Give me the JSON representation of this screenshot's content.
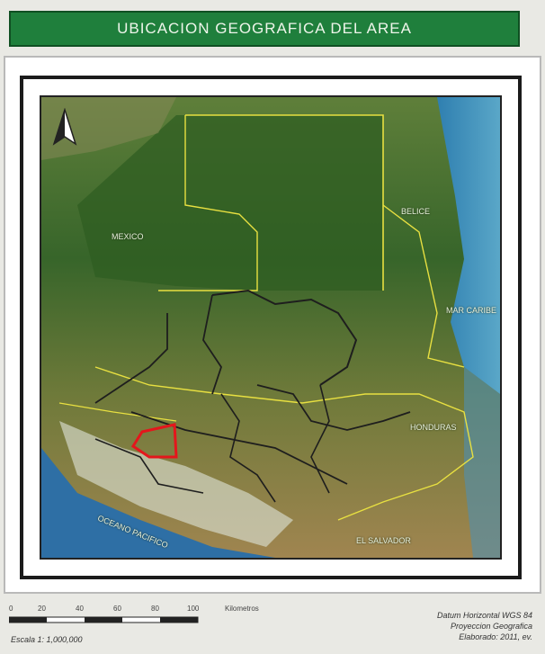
{
  "title": "UBICACION GEOGRAFICA DEL AREA",
  "map": {
    "labels": {
      "mexico": "MEXICO",
      "belize": "BELICE",
      "honduras": "HONDURAS",
      "pacific": "OCEANO PACIFICO",
      "caribbean": "MAR CARIBE",
      "salvador": "EL SALVADOR"
    },
    "colors": {
      "highlight_area": "#e4161c",
      "borders": "#e8e041",
      "departments": "#1e1e1e"
    },
    "icons": [
      "north-arrow-icon"
    ]
  },
  "scale": {
    "ticks": [
      "0",
      "20",
      "40",
      "60",
      "80",
      "100",
      "Kilometros"
    ],
    "text": "Escala 1: 1,000,000"
  },
  "credits": {
    "line1": "Datum Horizontal WGS 84",
    "line2": "Proyeccion Geografica",
    "line3": "Elaborado: 2011, ev."
  }
}
